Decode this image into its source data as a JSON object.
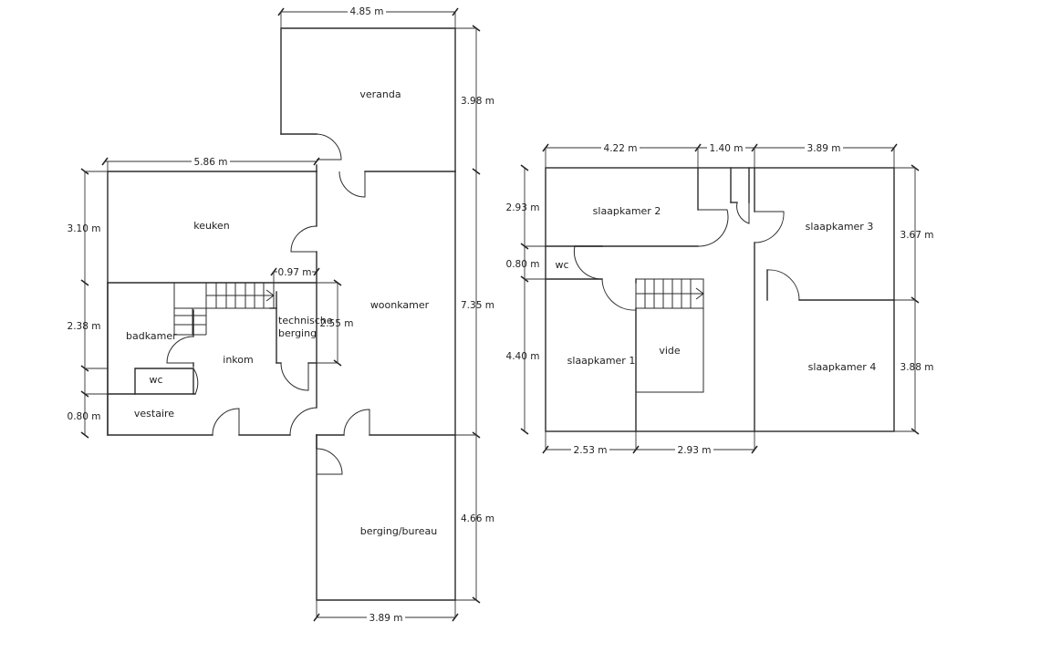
{
  "ground_floor": {
    "rooms": {
      "veranda": "veranda",
      "keuken": "keuken",
      "woonkamer": "woonkamer",
      "technische_1": "technische",
      "technische_2": "berging",
      "badkamer": "badkamer",
      "inkom": "inkom",
      "wc": "wc",
      "vestaire": "vestaire",
      "berging_bureau": "berging/bureau"
    },
    "dimensions": {
      "veranda_width": "4.85 m",
      "veranda_depth": "3.98 m",
      "keuken_width": "5.86 m",
      "keuken_depth": "3.10 m",
      "stair_gap": "0.97 m",
      "badkamer_depth": "2.38 m",
      "technische_depth": "2.55 m",
      "woonkamer_depth": "7.35 m",
      "vestiaire_depth": "0.80 m",
      "bureau_depth": "4.66 m",
      "bureau_width": "3.89 m"
    }
  },
  "first_floor": {
    "rooms": {
      "slaapkamer_2": "slaapkamer 2",
      "slaapkamer_3": "slaapkamer 3",
      "wc": "wc",
      "slaapkamer_1": "slaapkamer 1",
      "vide": "vide",
      "slaapkamer_4": "slaapkamer 4"
    },
    "dimensions": {
      "top_left": "4.22 m",
      "top_mid": "1.40 m",
      "top_right": "3.89 m",
      "left_top": "2.93 m",
      "left_wc": "0.80 m",
      "left_bottom": "4.40 m",
      "right_top": "3.67 m",
      "right_bottom": "3.88 m",
      "bottom_left": "2.53 m",
      "bottom_mid": "2.93 m"
    }
  }
}
